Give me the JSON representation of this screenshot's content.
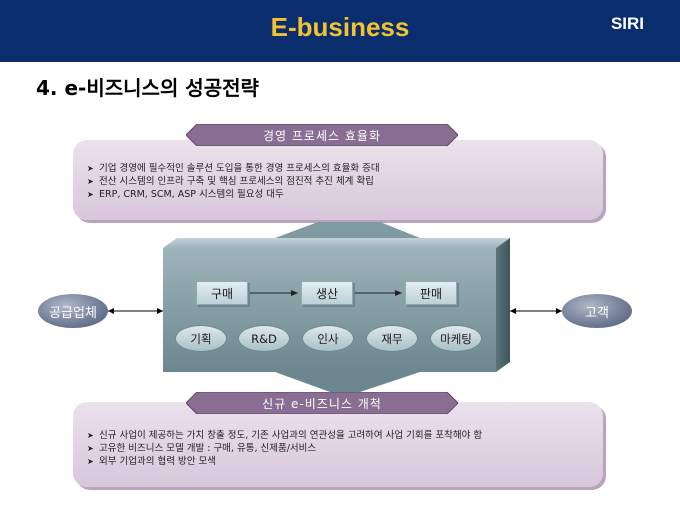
{
  "header": {
    "title": "E-business",
    "brand": "SIRI"
  },
  "slide": {
    "title": "4. e-비즈니스의 성공전략"
  },
  "top_section": {
    "banner": "경영 프로세스 효율화",
    "items": [
      "기업 경영에 필수적인 솔루션 도입을 통한 경영 프로세스의 효율화 증대",
      "전산 시스템의 인프라 구축 및 핵심 프로세스의 점진적 추진 체계 확립",
      "ERP, CRM, SCM, ASP 시스템의 필요성 대두"
    ]
  },
  "bottom_section": {
    "banner": "신규 e-비즈니스 개척",
    "items": [
      "신규 사업이 제공하는 가치 창출 정도, 기존 사업과의 연관성을 고려하여 사업 기회를 포착해야 함",
      "고유한 비즈니스 모델 개발 : 구매, 유통, 신제품/서비스",
      "외부 기업과의 협력 방안 모색"
    ]
  },
  "flow": {
    "supplier": "공급업체",
    "customer": "고객",
    "steps": [
      "구매",
      "생산",
      "판매"
    ],
    "functions": [
      "기획",
      "R&D",
      "인사",
      "재무",
      "마케팅"
    ]
  },
  "colors": {
    "header_bg": "#0a2d6e",
    "title_yellow": "#f2c230",
    "banner": "#8a6d92",
    "core": "#7f9aa3"
  },
  "icons": {
    "bullet": "arrow-bullet-icon"
  }
}
